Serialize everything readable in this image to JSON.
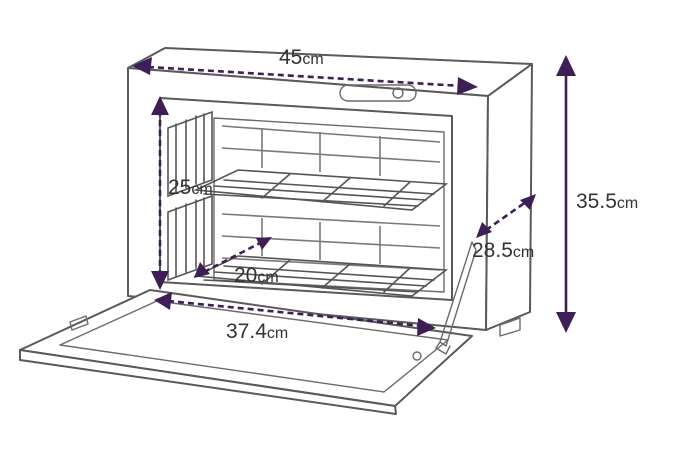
{
  "diagram": {
    "dimension_color": "#3d1f55",
    "dimensions": {
      "width_top": {
        "value": "45",
        "unit": "cm"
      },
      "height_outer": {
        "value": "35.5",
        "unit": "cm"
      },
      "depth_side": {
        "value": "28.5",
        "unit": "cm"
      },
      "height_inner": {
        "value": "25",
        "unit": "cm"
      },
      "depth_inner": {
        "value": "20",
        "unit": "cm"
      },
      "width_inner": {
        "value": "37.4",
        "unit": "cm"
      }
    }
  }
}
